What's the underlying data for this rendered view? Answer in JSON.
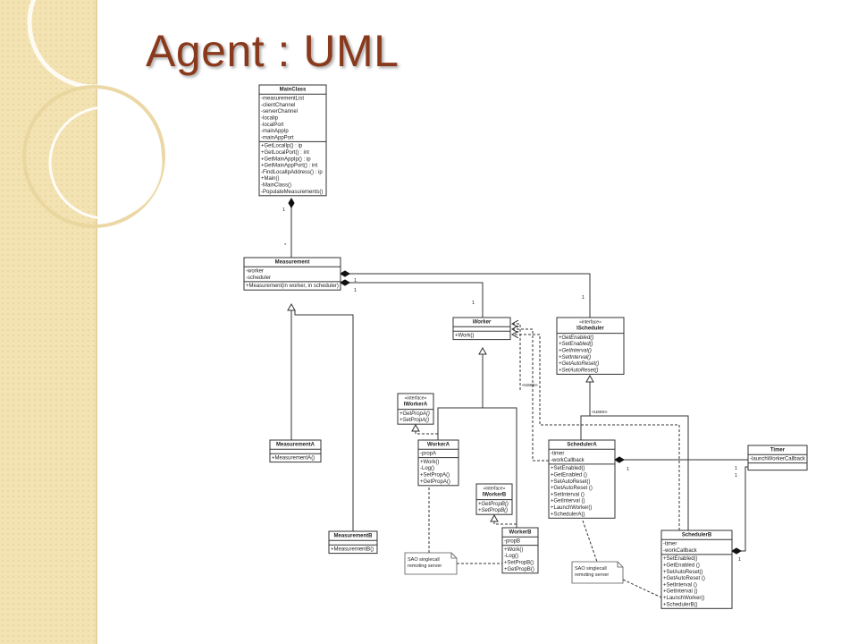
{
  "slide": {
    "title": "Agent : UML"
  },
  "classes": {
    "MainClass": {
      "name": "MainClass",
      "attributes": [
        "-measurementList",
        "-clientChannel",
        "-serverChannel",
        "-localip",
        "-localPort",
        "-mainAppIp",
        "-mainAppPort"
      ],
      "operations": [
        "+GetLocalIp() : ip",
        "+GetLocalPort() : int",
        "+GetMainAppIp() : ip",
        "+GetMainAppPort() : int",
        "-FindLocalIpAddress() : ip",
        "+Main()",
        "-MainClass()",
        "-PopulateMeasurements()"
      ]
    },
    "Measurement": {
      "name": "Measurement",
      "attributes": [
        "-worker",
        "-scheduler"
      ],
      "operations": [
        "+Measurement(in worker, in scheduler)"
      ]
    },
    "Worker": {
      "name": "Worker",
      "attributes": [],
      "operations": [
        "+Work()"
      ]
    },
    "IScheduler": {
      "stereotype": "«interface»",
      "name": "IScheduler",
      "operations": [
        "+GetEnabled()",
        "+SetEnabled()",
        "+GetInterval()",
        "+SetInterval()",
        "+GetAutoReset()",
        "+SetAutoReset()"
      ]
    },
    "IWorkerA": {
      "stereotype": "«interface»",
      "name": "IWorkerA",
      "operations": [
        "+GetPropA()",
        "+SetPropA()"
      ]
    },
    "WorkerA": {
      "name": "WorkerA",
      "attributes": [
        "-propA"
      ],
      "operations": [
        "+Work()",
        "-Log()",
        "+SetPropA()",
        "+GetPropA()"
      ]
    },
    "IWorkerB": {
      "stereotype": "«interface»",
      "name": "IWorkerB",
      "operations": [
        "+GetPropB()",
        "+SetPropB()"
      ]
    },
    "WorkerB": {
      "name": "WorkerB",
      "attributes": [
        "-propB"
      ],
      "operations": [
        "+Work()",
        "-Log()",
        "+SetPropB()",
        "+GetPropB()"
      ]
    },
    "MeasurementA": {
      "name": "MeasurementA",
      "attributes": [],
      "operations": [
        "+MeasurementA()"
      ]
    },
    "MeasurementB": {
      "name": "MeasurementB",
      "attributes": [],
      "operations": [
        "+MeasurementB()"
      ]
    },
    "SchedulerA": {
      "name": "SchedulerA",
      "attributes": [
        "-timer",
        "-workCallback"
      ],
      "operations": [
        "+SetEnabled()",
        "+GetEnabled ()",
        "+SetAutoReset()",
        "+GetAutoReset ()",
        "+SetInterval ()",
        "+GetInterval ()",
        "+LaunchWorker()",
        "+SchedulerA()"
      ]
    },
    "SchedulerB": {
      "name": "SchedulerB",
      "attributes": [
        "-timer",
        "-workCallback"
      ],
      "operations": [
        "+SetEnabled()",
        "+GetEnabled ()",
        "+SetAutoReset()",
        "+GetAutoReset ()",
        "+SetInterval ()",
        "+GetInterval ()",
        "+LaunchWorker()",
        "+SchedulerB()"
      ]
    },
    "Timer": {
      "name": "Timer",
      "attributes": [
        "-launchWorkerCallback"
      ],
      "operations": []
    }
  },
  "notes": {
    "noteA": [
      "SAO singlecall",
      "remoting server"
    ],
    "noteB": [
      "SAO singlecall",
      "remoting server"
    ]
  },
  "labels": {
    "uses": "«uses»",
    "mult_one": "1",
    "mult_many": "*"
  },
  "colors": {
    "title": "#8a3a1c",
    "sidebar": "#f3e3b2"
  }
}
